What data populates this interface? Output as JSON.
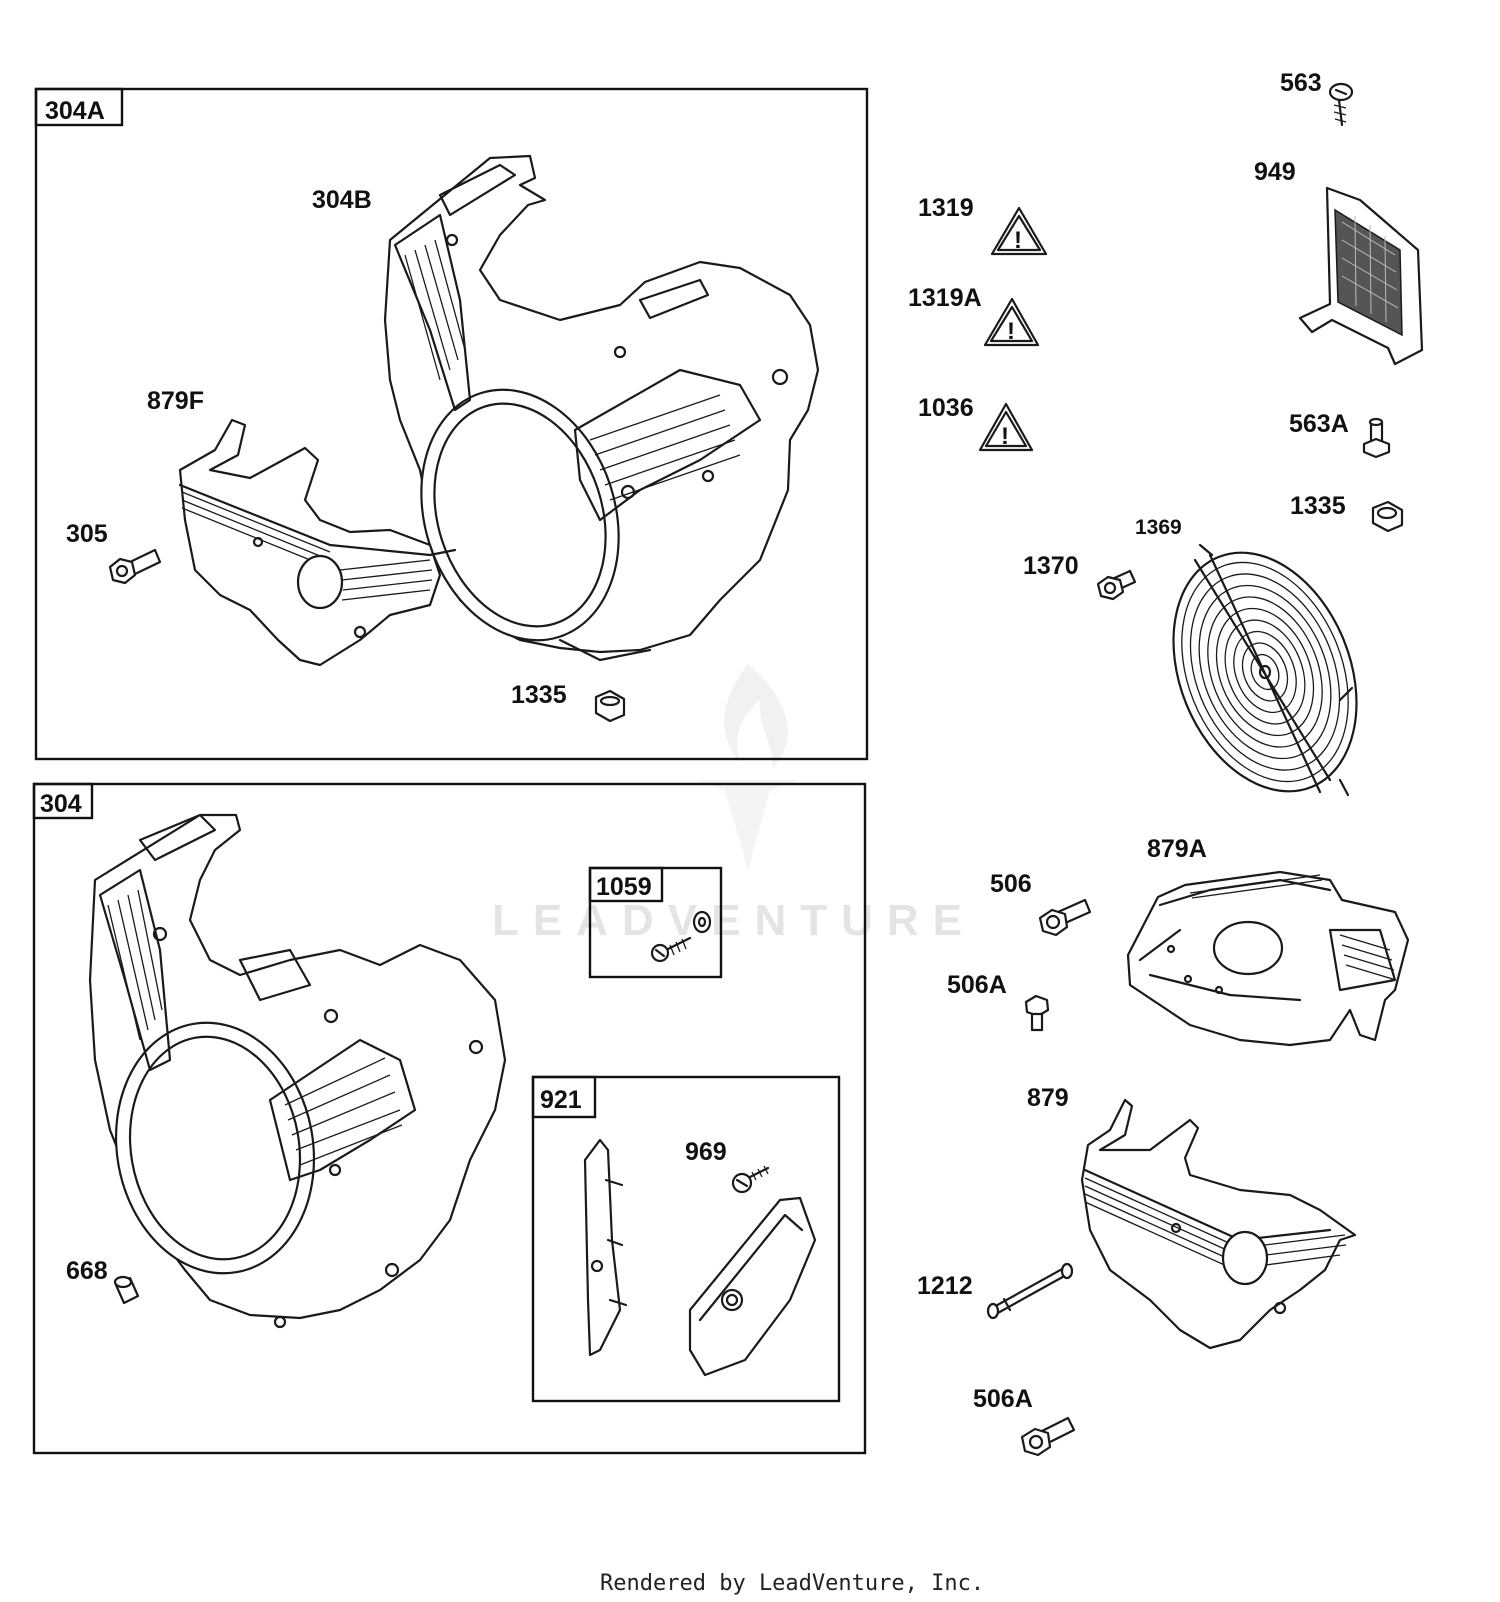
{
  "groups": {
    "g304A": "304A",
    "g304": "304",
    "g1059": "1059",
    "g921": "921"
  },
  "parts": {
    "p304B": "304B",
    "p879F": "879F",
    "p305": "305",
    "p1335_box": "1335",
    "p563": "563",
    "p949": "949",
    "p1319": "1319",
    "p1319A": "1319A",
    "p1036": "1036",
    "p563A": "563A",
    "p1335": "1335",
    "p1369": "1369",
    "p1370": "1370",
    "p879A": "879A",
    "p506": "506",
    "p506A_top": "506A",
    "p879": "879",
    "p1212": "1212",
    "p506A_bottom": "506A",
    "p668": "668",
    "p969": "969"
  },
  "watermark": "LEADVENTURE",
  "footer": "Rendered by LeadVenture, Inc."
}
